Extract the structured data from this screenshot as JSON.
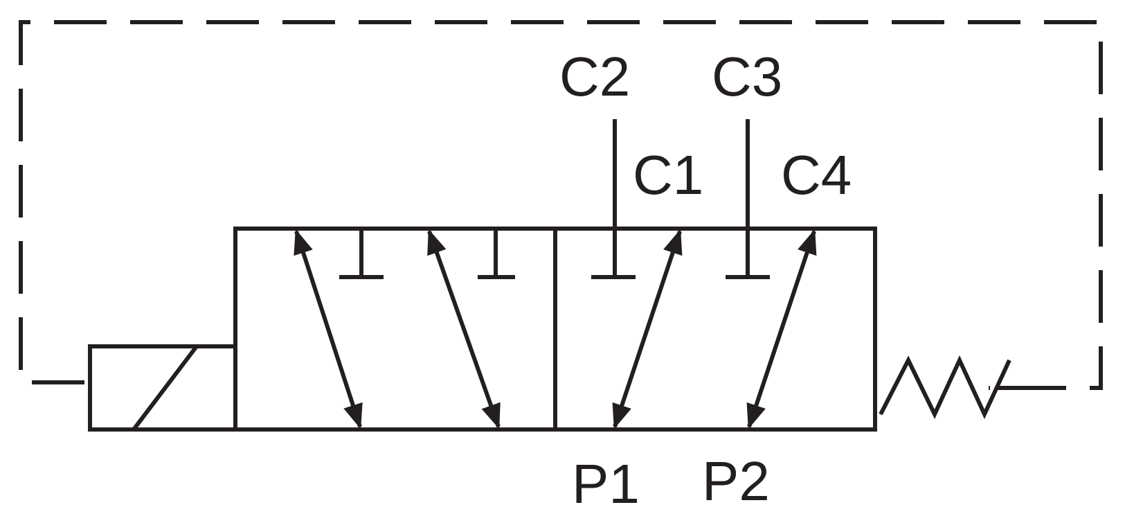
{
  "diagram": {
    "type": "pneumatic-valve-symbol",
    "colors": {
      "line": "#231f20",
      "background": "#ffffff"
    },
    "ports": {
      "c1": "C1",
      "c2": "C2",
      "c3": "C3",
      "c4": "C4",
      "p1": "P1",
      "p2": "P2"
    }
  }
}
